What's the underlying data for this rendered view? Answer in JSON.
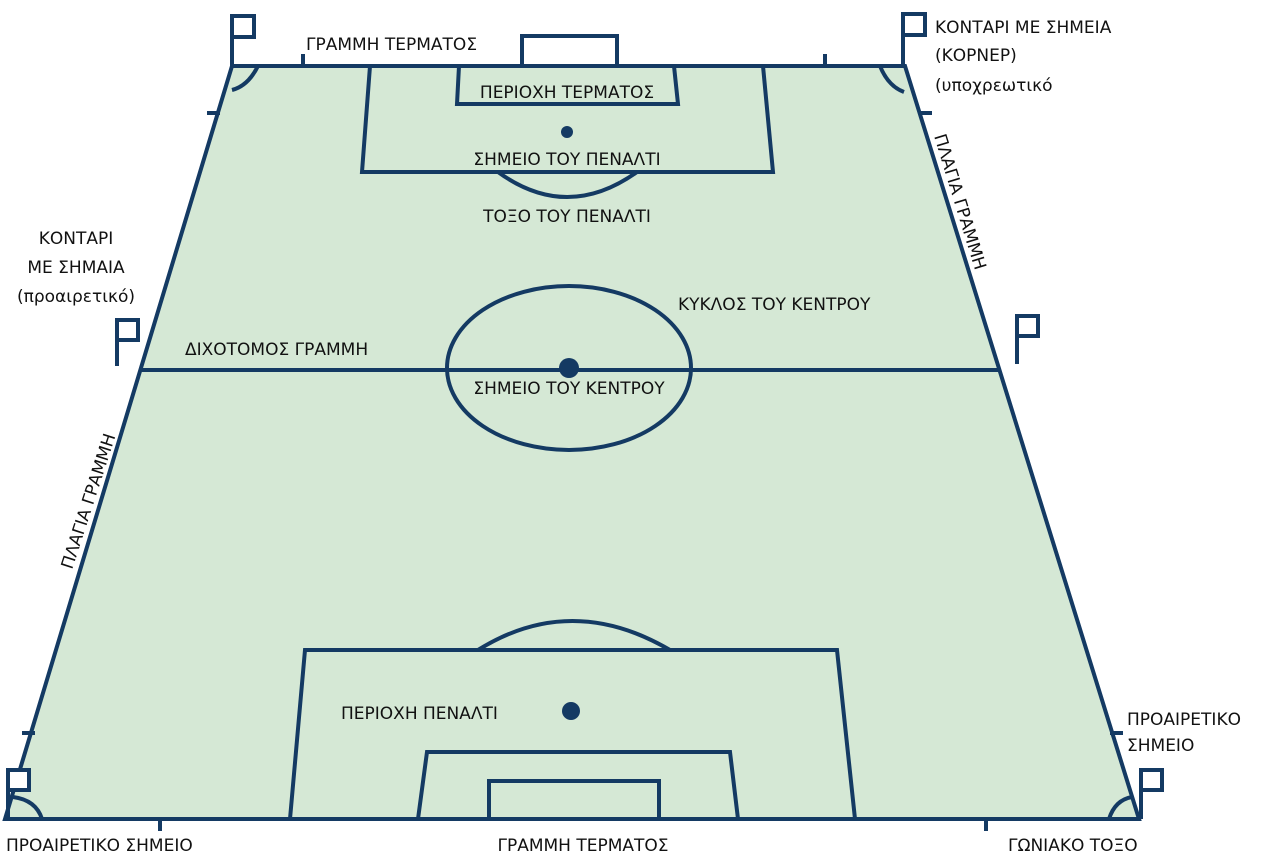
{
  "colors": {
    "pitch_fill": "#d5e8d5",
    "line": "#143a63",
    "text": "#111111"
  },
  "labels": {
    "goal_line_top": "ΓΡΑΜΜΗ ΤΕΡΜΑΤΟΣ",
    "goal_area": "ΠΕΡΙΟΧΗ ΤΕΡΜΑΤΟΣ",
    "penalty_mark": "ΣΗΜΕΙΟ ΤΟΥ ΠΕΝΑΛΤΙ",
    "penalty_arc": "ΤΟΞΟ ΤΟΥ ΠΕΝΑΛΤΙ",
    "corner_flag_line1": "ΚΟΝΤΑΡΙ ΜΕ ΣΗΜΕΙΑ",
    "corner_flag_line2": "(ΚΟΡΝΕΡ)",
    "corner_flag_line3": "(υποχρεωτικό",
    "touchline_right": "ΠΛΑΓΙΑ ΓΡΑΜΜΗ",
    "touchline_left": "ΠΛΑΓΙΑ ΓΡΑΜΜΗ",
    "halfway_flag_line1": "ΚΟΝΤΑΡΙ",
    "halfway_flag_line2": "ΜΕ ΣΗΜΑΙΑ",
    "halfway_flag_line3": "(προαιρετικό)",
    "halfway_line": "ΔΙΧΟΤΟΜΟΣ ΓΡΑΜΜΗ",
    "centre_circle": "ΚΥΚΛΟΣ ΤΟΥ ΚΕΝΤΡΟΥ",
    "centre_mark": "ΣΗΜΕΙΟ ΤΟΥ ΚΕΝΤΡΟΥ",
    "penalty_area": "ΠΕΡΙΟΧΗ ΠΕΝΑΛΤΙ",
    "optional_mark_right_line1": "ΠΡΟΑΙΡΕΤΙΚΟ",
    "optional_mark_right_line2": "ΣΗΜΕΙΟ",
    "optional_mark_left": "ΠΡΟΑΙΡΕΤΙΚΟ ΣΗΜΕΙΟ",
    "goal_line_bottom": "ΓΡΑΜΜΗ ΤΕΡΜΑΤΟΣ",
    "corner_arc": "ΓΩΝΙΑΚΟ ΤΟΞΟ"
  }
}
